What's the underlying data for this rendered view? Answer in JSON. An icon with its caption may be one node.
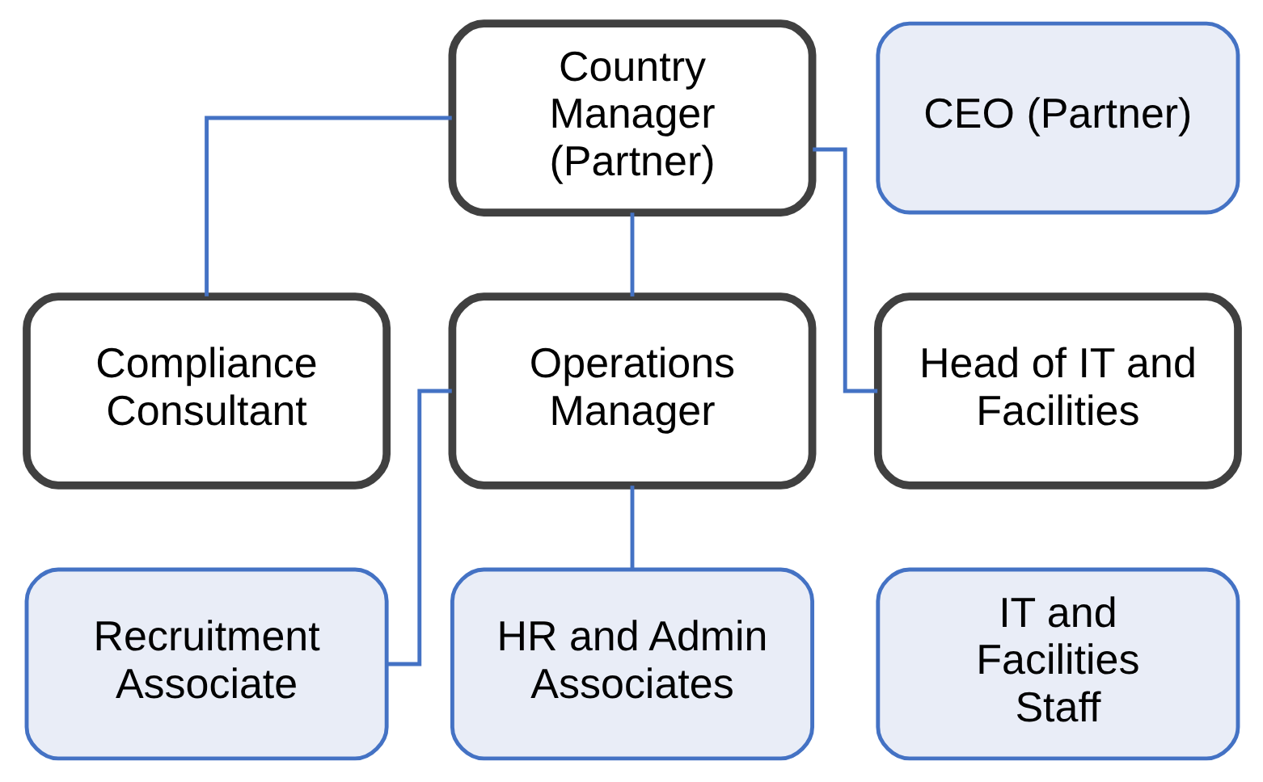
{
  "diagram": {
    "nodes": [
      {
        "text": [
          "Country Manager (Partner)"
        ]
      },
      {
        "text": [
          "CEO (Partner)"
        ]
      },
      {
        "text": [
          "Compliance Consultant"
        ]
      },
      {
        "text": [
          "Operations Manager"
        ]
      },
      {
        "text": [
          "Head of IT and Facilities"
        ]
      },
      {
        "text": [
          "Recruitment Associate"
        ]
      },
      {
        "text": [
          "HR and Admin Associates"
        ]
      },
      {
        "text": [
          "IT and Facilities Staff"
        ]
      }
    ],
    "edges": [
      {
        "from": 0,
        "to": 2,
        "arrow": "none"
      },
      {
        "from": 0,
        "to": 3,
        "arrow": "none"
      },
      {
        "from": 0,
        "to": 4,
        "arrow": "none"
      },
      {
        "from": 3,
        "to": 5,
        "arrow": "none"
      },
      {
        "from": 3,
        "to": 6,
        "arrow": "none"
      }
    ]
  }
}
